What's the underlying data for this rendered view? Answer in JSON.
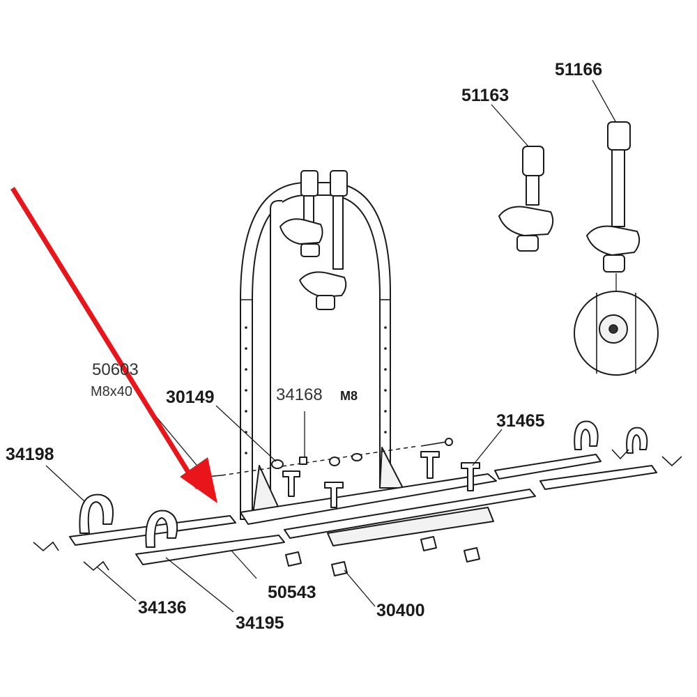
{
  "diagram": {
    "labels": {
      "p51166": "51166",
      "p51163": "51163",
      "p50603": "50603",
      "p50603_spec": "M8x40",
      "p30149": "30149",
      "p34168": "34168",
      "p34168_spec": "M8",
      "p31465": "31465",
      "p34198": "34198",
      "p50543": "50543",
      "p34136": "34136",
      "p34195": "34195",
      "p30400": "30400"
    },
    "colors": {
      "arrow": "#e8151a",
      "ink": "#1a1a1a",
      "paper": "#ffffff"
    }
  }
}
